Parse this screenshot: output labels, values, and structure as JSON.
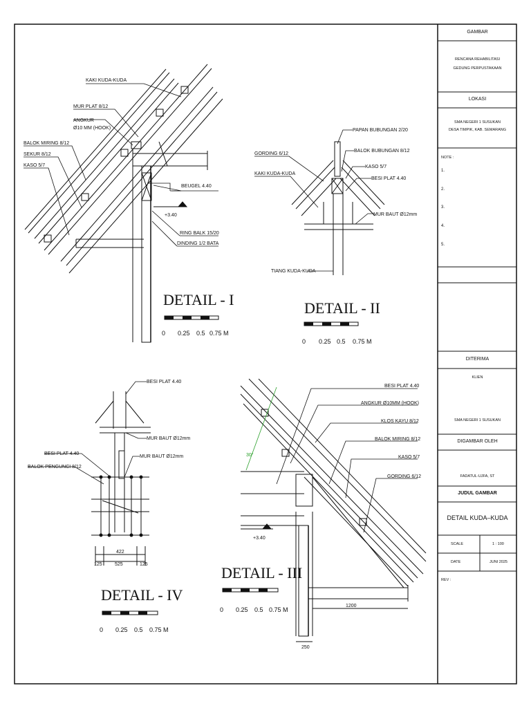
{
  "title_block": {
    "gambar_header": "GAMBAR",
    "gambar_line1": "RENCANA REHABILITASI",
    "gambar_line2": "GEDUNG PERPUSTAKAAN",
    "lokasi_header": "LOKASI",
    "lokasi_line1": "SMA NEGERI 1 SUSUKAN",
    "lokasi_line2": "DESA TIMPIK, KAB. SEMARANG",
    "note_header": "NOTE :",
    "notes": [
      "1.",
      "2.",
      "3.",
      "4.",
      "5."
    ],
    "diterima_header": "DITERIMA",
    "klien": "KLIEN",
    "klien_name": "SMA NEGERI 1 SUSUKAN",
    "digambar_header": "DIGAMBAR OLEH",
    "digambar_name": "FADATUL-UJFA, ST",
    "judul_header": "JUDUL GAMBAR",
    "judul_value": "DETAIL  KUDA–KUDA",
    "scale_label": "SCALE",
    "scale_value": "1 : 100",
    "date_label": "DATE",
    "date_value": "JUNI 2025",
    "rev_label": "REV :"
  },
  "details": {
    "d1": {
      "title": "DETAIL - I",
      "labels": {
        "kaki": "KAKI KUDA-KUDA",
        "mur_plat": "MUR PLAT 8/12",
        "angkur1": "ANGKUR",
        "angkur2": "Ø10 MM (HOOK)",
        "balok_miring": "BALOK MIRING 8/12",
        "sekur": "SEKUR 8/12",
        "kaso": "KASO 5/7",
        "beugel": "BEUGEL 4.40",
        "elev": "+3.40",
        "ring_balk": "RING BALK 15/20",
        "dinding": "DINDING 1/2 BATA"
      },
      "scale": [
        "0",
        "0.25",
        "0.5",
        "0.75 M"
      ]
    },
    "d2": {
      "title": "DETAIL - II",
      "labels": {
        "papan": "PAPAN BUBUNGAN 2/20",
        "gording": "GORDING 6/12",
        "balok_bub": "BALOK BUBUNGAN 8/12",
        "kaki": "KAKI KUDA-KUDA",
        "kaso": "KASO  5/7",
        "besi": "BESI PLAT 4.40",
        "mur": "MUR BAUT Ø12mm",
        "tiang": "TIANG KUDA-KUDA"
      },
      "scale": [
        "0",
        "0.25",
        "0.5",
        "0.75 M"
      ]
    },
    "d3": {
      "title": "DETAIL - III",
      "labels": {
        "besi": "BESI PLAT 4.40",
        "angkur": "ANGKUR Ø10MM (HOOK)",
        "klos": "KLOS KAYU 8/12",
        "balok": "BALOK MIRING 8/12",
        "kaso": "KASO 5/7",
        "gording": "GORDING 6/12",
        "elev": "+3.40",
        "dim1200": "1200",
        "dim250": "250",
        "angle": "30°"
      },
      "scale": [
        "0",
        "0.25",
        "0.5",
        "0.75 M"
      ]
    },
    "d4": {
      "title": "DETAIL - IV",
      "labels": {
        "besi_top": "BESI PLAT 4.40",
        "mur1": "MUR BAUT Ø12mm",
        "besi": "BESI PLAT 4.40",
        "mur2": "MUR BAUT Ø12mm",
        "balok_peng": "BALOK PENGUNCI 8/12",
        "d422": "422",
        "d125a": "125",
        "d525": "525",
        "d125b": "125"
      },
      "scale": [
        "0",
        "0.25",
        "0.5",
        "0.75 M"
      ]
    }
  }
}
